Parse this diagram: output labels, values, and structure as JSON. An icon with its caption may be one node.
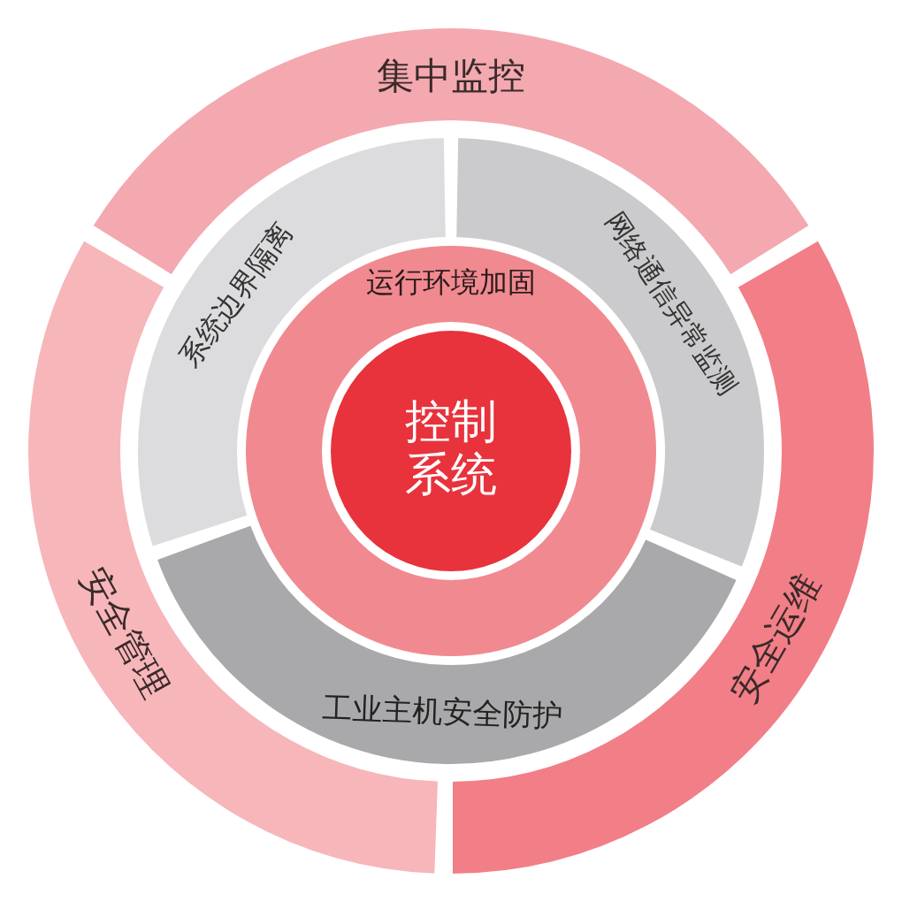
{
  "diagram": {
    "nodes": [
      {
        "text": [
          "集中监控"
        ]
      },
      {
        "text": [
          "系统边界隔离"
        ]
      },
      {
        "text": [
          "网络通信异常监测"
        ]
      },
      {
        "text": [
          "运行环境加固"
        ]
      },
      {
        "text": [
          "控制系统"
        ],
        "in": 3
      },
      {
        "text": [
          "安全管理"
        ]
      },
      {
        "text": [
          "安全运维"
        ]
      },
      {
        "text": [
          "工业主机安全防护"
        ]
      }
    ]
  }
}
